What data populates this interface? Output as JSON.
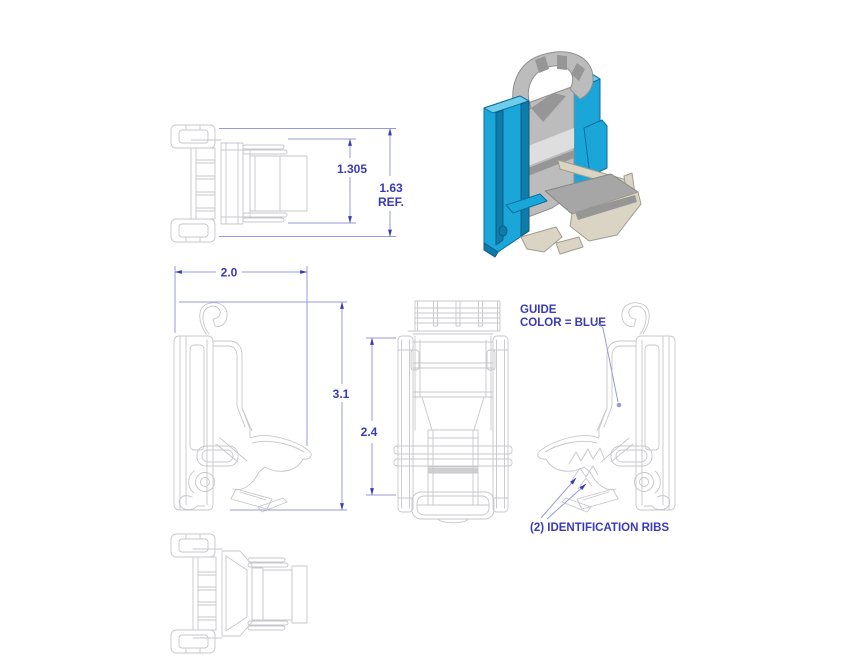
{
  "colors": {
    "background": "#ffffff",
    "line_color": "#c7c7cb",
    "dim_line_color": "#9a9ad8",
    "dim_text_color": "#3a3ab6",
    "guide_blue": "#1ba6da",
    "guide_blue_dark": "#0c6e99",
    "metal_gray": "#bcbcbc",
    "tray_beige": "#d9d4c4"
  },
  "dimensions": {
    "inner_height": "1.305",
    "ref_height_line1": "1.63",
    "ref_height_line2": "REF.",
    "overall_width": "2.0",
    "overall_height": "3.1",
    "front_height": "2.4"
  },
  "annotations": {
    "guide_line1": "GUIDE",
    "guide_line2": "COLOR = BLUE",
    "ribs": "(2) IDENTIFICATION RIBS"
  }
}
